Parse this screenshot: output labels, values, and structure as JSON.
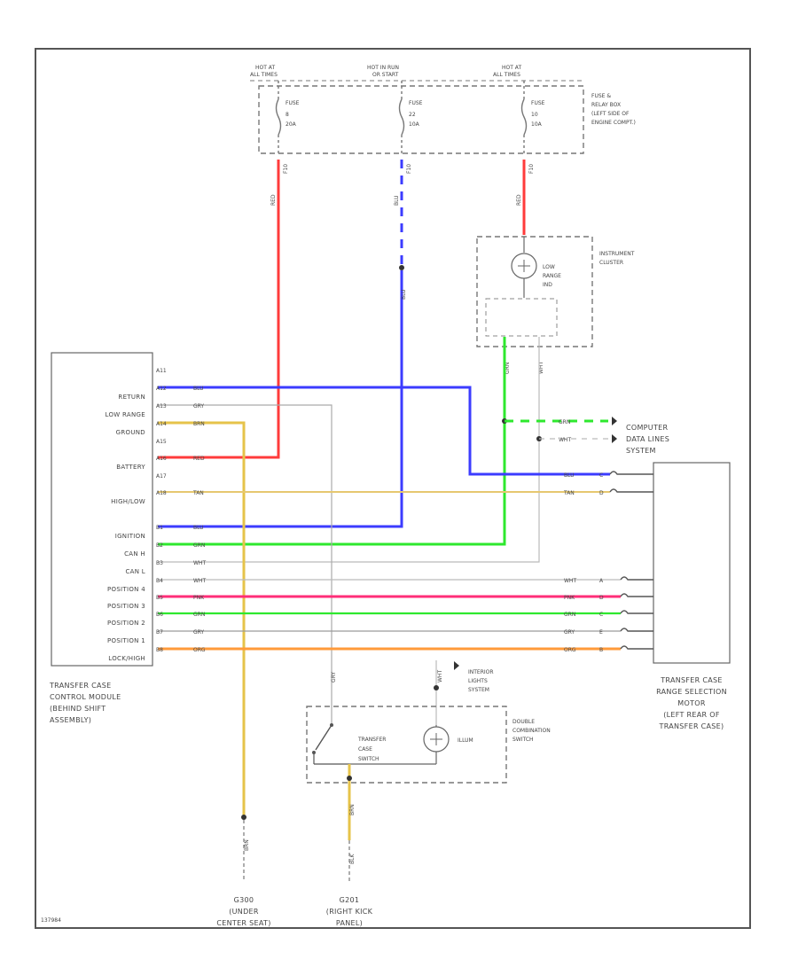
{
  "diagram_id": "137984",
  "colors": {
    "red": "#ff3b3b",
    "blue": "#3c3cff",
    "green": "#2ee82e",
    "yellow": "#e6c34a",
    "tan": "#e6c870",
    "pink": "#ff2e78",
    "orange": "#ff9a3a",
    "white": "#b8b8b8",
    "gray": "#9a9a9a",
    "dash": "#666666"
  },
  "fuse_box": {
    "hot_labels": [
      {
        "l1": "HOT AT",
        "l2": "ALL TIMES"
      },
      {
        "l1": "HOT IN RUN",
        "l2": "OR START"
      },
      {
        "l1": "HOT AT",
        "l2": "ALL TIMES"
      }
    ],
    "fuses": [
      {
        "name": "FUSE",
        "num": "8",
        "amp": "20A"
      },
      {
        "name": "FUSE",
        "num": "22",
        "amp": "10A"
      },
      {
        "name": "FUSE",
        "num": "10",
        "amp": "10A"
      }
    ],
    "box_label": [
      "FUSE &",
      "RELAY BOX",
      "(LEFT SIDE OF",
      "ENGINE COMPT.)"
    ],
    "conn_labels": [
      "F10",
      "F10",
      "F10"
    ],
    "wire_labels": [
      "RED",
      "BLU",
      "RED"
    ]
  },
  "cluster": {
    "label": [
      "INSTRUMENT",
      "CLUSTER"
    ],
    "lamp": [
      "LOW",
      "RANGE",
      "IND"
    ],
    "wire_labels": [
      "GRN",
      "WHT"
    ]
  },
  "splice_wire_label": "BLU",
  "module": {
    "label": [
      "TRANSFER CASE",
      "CONTROL MODULE",
      "(BEHIND SHIFT",
      "ASSEMBLY)"
    ],
    "pins": [
      {
        "pin": "A11",
        "name": "",
        "wire": ""
      },
      {
        "pin": "A12",
        "name": "RETURN",
        "wire": "BLU"
      },
      {
        "pin": "A13",
        "name": "LOW RANGE",
        "wire": "GRY"
      },
      {
        "pin": "A14",
        "name": "GROUND",
        "wire": "BRN"
      },
      {
        "pin": "A15",
        "name": "",
        "wire": ""
      },
      {
        "pin": "A16",
        "name": "BATTERY",
        "wire": "RED"
      },
      {
        "pin": "A17",
        "name": "",
        "wire": ""
      },
      {
        "pin": "A18",
        "name": "HIGH/LOW",
        "wire": "TAN"
      },
      {
        "pin": "B1",
        "name": "IGNITION",
        "wire": "BLU"
      },
      {
        "pin": "B2",
        "name": "CAN H",
        "wire": "GRN"
      },
      {
        "pin": "B3",
        "name": "CAN L",
        "wire": "WHT"
      },
      {
        "pin": "B4",
        "name": "POSITION 4",
        "wire": "WHT"
      },
      {
        "pin": "B5",
        "name": "POSITION 3",
        "wire": "PNK"
      },
      {
        "pin": "B6",
        "name": "POSITION 2",
        "wire": "GRN"
      },
      {
        "pin": "B7",
        "name": "POSITION 1",
        "wire": "GRY"
      },
      {
        "pin": "B8",
        "name": "LOCK/HIGH",
        "wire": "ORG"
      }
    ]
  },
  "data_lines": {
    "label": [
      "COMPUTER",
      "DATA LINES",
      "SYSTEM"
    ],
    "wires": [
      "GRN",
      "WHT"
    ]
  },
  "selection_motor": {
    "label": [
      "TRANSFER CASE",
      "RANGE SELECTION",
      "MOTOR",
      "(LEFT REAR OF",
      "TRANSFER CASE)"
    ],
    "pins": [
      {
        "wire": "BLU",
        "pin": "C"
      },
      {
        "wire": "TAN",
        "pin": "D"
      },
      {
        "wire": "WHT",
        "pin": "A"
      },
      {
        "wire": "PNK",
        "pin": "D"
      },
      {
        "wire": "GRN",
        "pin": "C"
      },
      {
        "wire": "GRY",
        "pin": "E"
      },
      {
        "wire": "ORG",
        "pin": "B"
      }
    ]
  },
  "switch": {
    "label": [
      "TRANSFER",
      "CASE",
      "SWITCH"
    ],
    "illum": "ILLUM",
    "box_label": [
      "DOUBLE",
      "COMBINATION",
      "SWITCH"
    ],
    "interior": [
      "INTERIOR",
      "LIGHTS",
      "SYSTEM"
    ],
    "wire_gry": "GRY",
    "wire_wht": "WHT",
    "wire_brn": "BRN",
    "wire_blk": "BLK"
  },
  "grounds": [
    {
      "id": "G300",
      "l1": "(UNDER",
      "l2": "CENTER SEAT)",
      "wire": "BRN"
    },
    {
      "id": "G201",
      "l1": "(RIGHT KICK",
      "l2": "PANEL)",
      "wire": "BLK"
    }
  ]
}
